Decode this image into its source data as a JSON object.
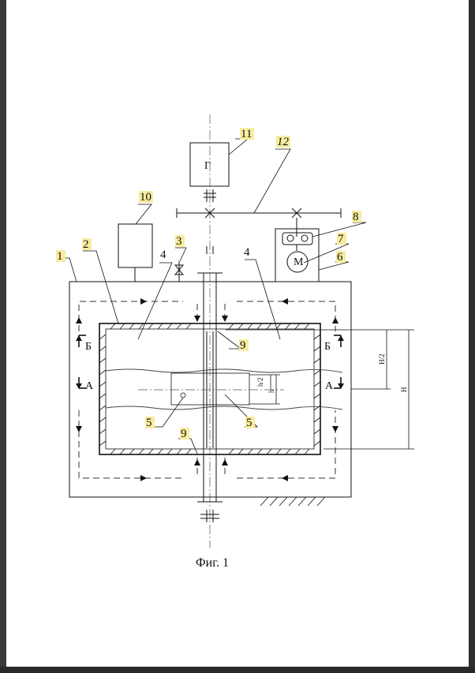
{
  "labels": {
    "n1": "1",
    "n2": "2",
    "n3": "3",
    "n4a": "4",
    "n4b": "4",
    "n5a": "5",
    "n5b": "5",
    "n6": "6",
    "n7": "7",
    "n8": "8",
    "n9a": "9",
    "n9b": "9",
    "n10": "10",
    "n11": "11",
    "n12": "12"
  },
  "symbols": {
    "generator": "Г",
    "motor": "М",
    "section_b_left": "Б",
    "section_b_right": "Б",
    "section_a_left": "А",
    "section_a_right": "А",
    "dim_half_h": "H/2",
    "dim_h": "H",
    "dim_small_half": "h/2",
    "dim_small": "h"
  },
  "caption": "Фиг. 1",
  "highlight_color": "#f7ec9f"
}
